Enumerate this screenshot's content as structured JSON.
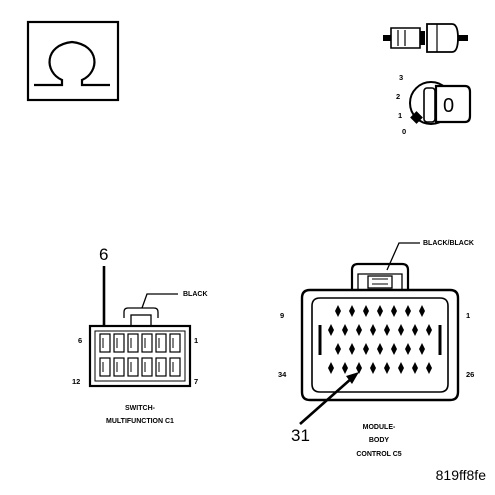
{
  "ignition_key": {
    "positions": [
      "3",
      "2",
      "1",
      "0"
    ],
    "key_label": "0"
  },
  "connector_left": {
    "callout_pin": "6",
    "wire_color": "BLACK",
    "pin_top_left": "6",
    "pin_top_right": "1",
    "pin_bottom_left": "12",
    "pin_bottom_right": "7",
    "name_line1": "SWITCH-",
    "name_line2": "MULTIFUNCTION C1"
  },
  "connector_right": {
    "callout_pin": "31",
    "wire_color": "BLACK/BLACK",
    "pin_top_left": "9",
    "pin_top_right": "1",
    "pin_bottom_left": "34",
    "pin_bottom_right": "26",
    "name_line1": "MODULE-",
    "name_line2": "BODY",
    "name_line3": "CONTROL C5"
  },
  "figure_id": "819ff8fe"
}
